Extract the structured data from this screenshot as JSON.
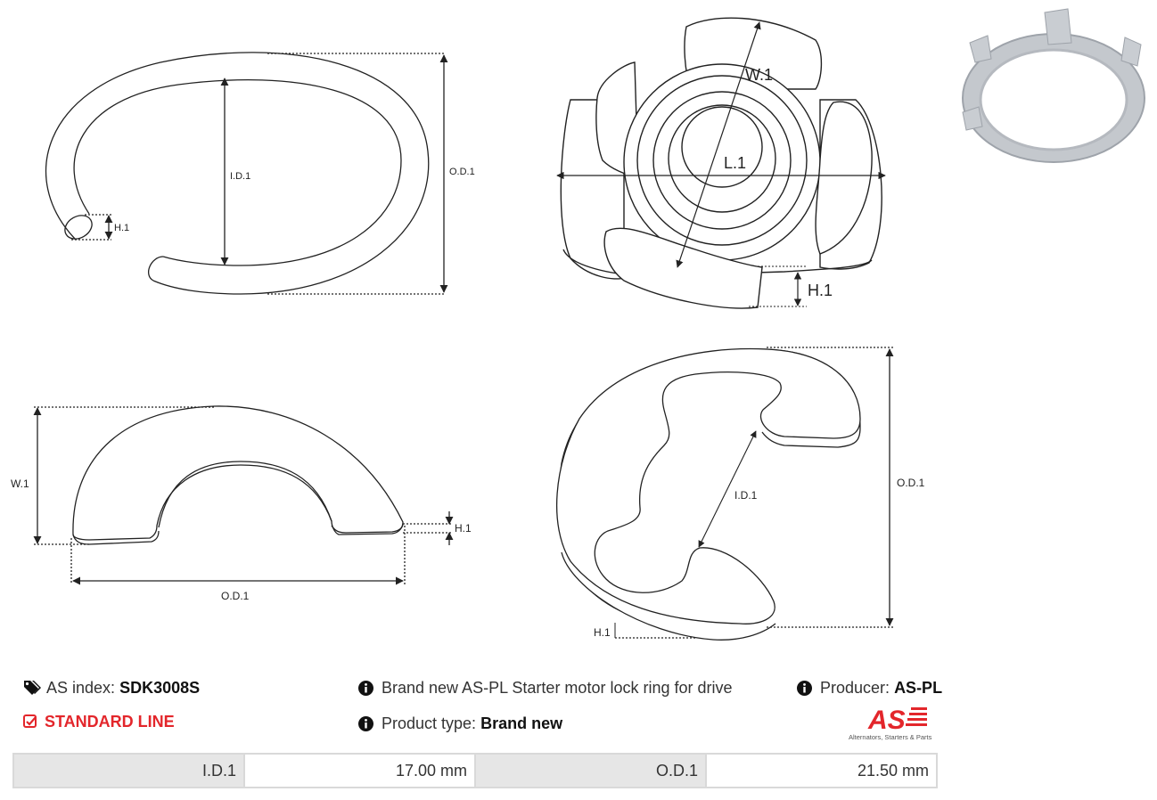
{
  "drawings": {
    "ring": {
      "id_label": "I.D.1",
      "od_label": "O.D.1",
      "h_label": "H.1"
    },
    "top_view": {
      "w_label": "W.1",
      "l_label": "L.1",
      "h_label": "H.1"
    },
    "half_ring": {
      "w_label": "W.1",
      "h_label": "H.1",
      "od_label": "O.D.1"
    },
    "e_clip": {
      "id_label": "I.D.1",
      "od_label": "O.D.1",
      "h_label": "H.1"
    }
  },
  "info": {
    "as_index_label": "AS index:",
    "as_index_value": "SDK3008S",
    "line_label": "STANDARD LINE",
    "description": "Brand new AS-PL Starter motor lock ring for drive",
    "product_type_label": "Product type:",
    "product_type_value": "Brand new",
    "producer_label": "Producer:",
    "producer_value": "AS-PL"
  },
  "logo": {
    "mark": "AS",
    "tagline": "Alternators, Starters & Parts",
    "color": "#e3262b"
  },
  "specs": [
    {
      "label": "I.D.1",
      "value": "17.00 mm"
    },
    {
      "label": "O.D.1",
      "value": "21.50 mm"
    }
  ]
}
